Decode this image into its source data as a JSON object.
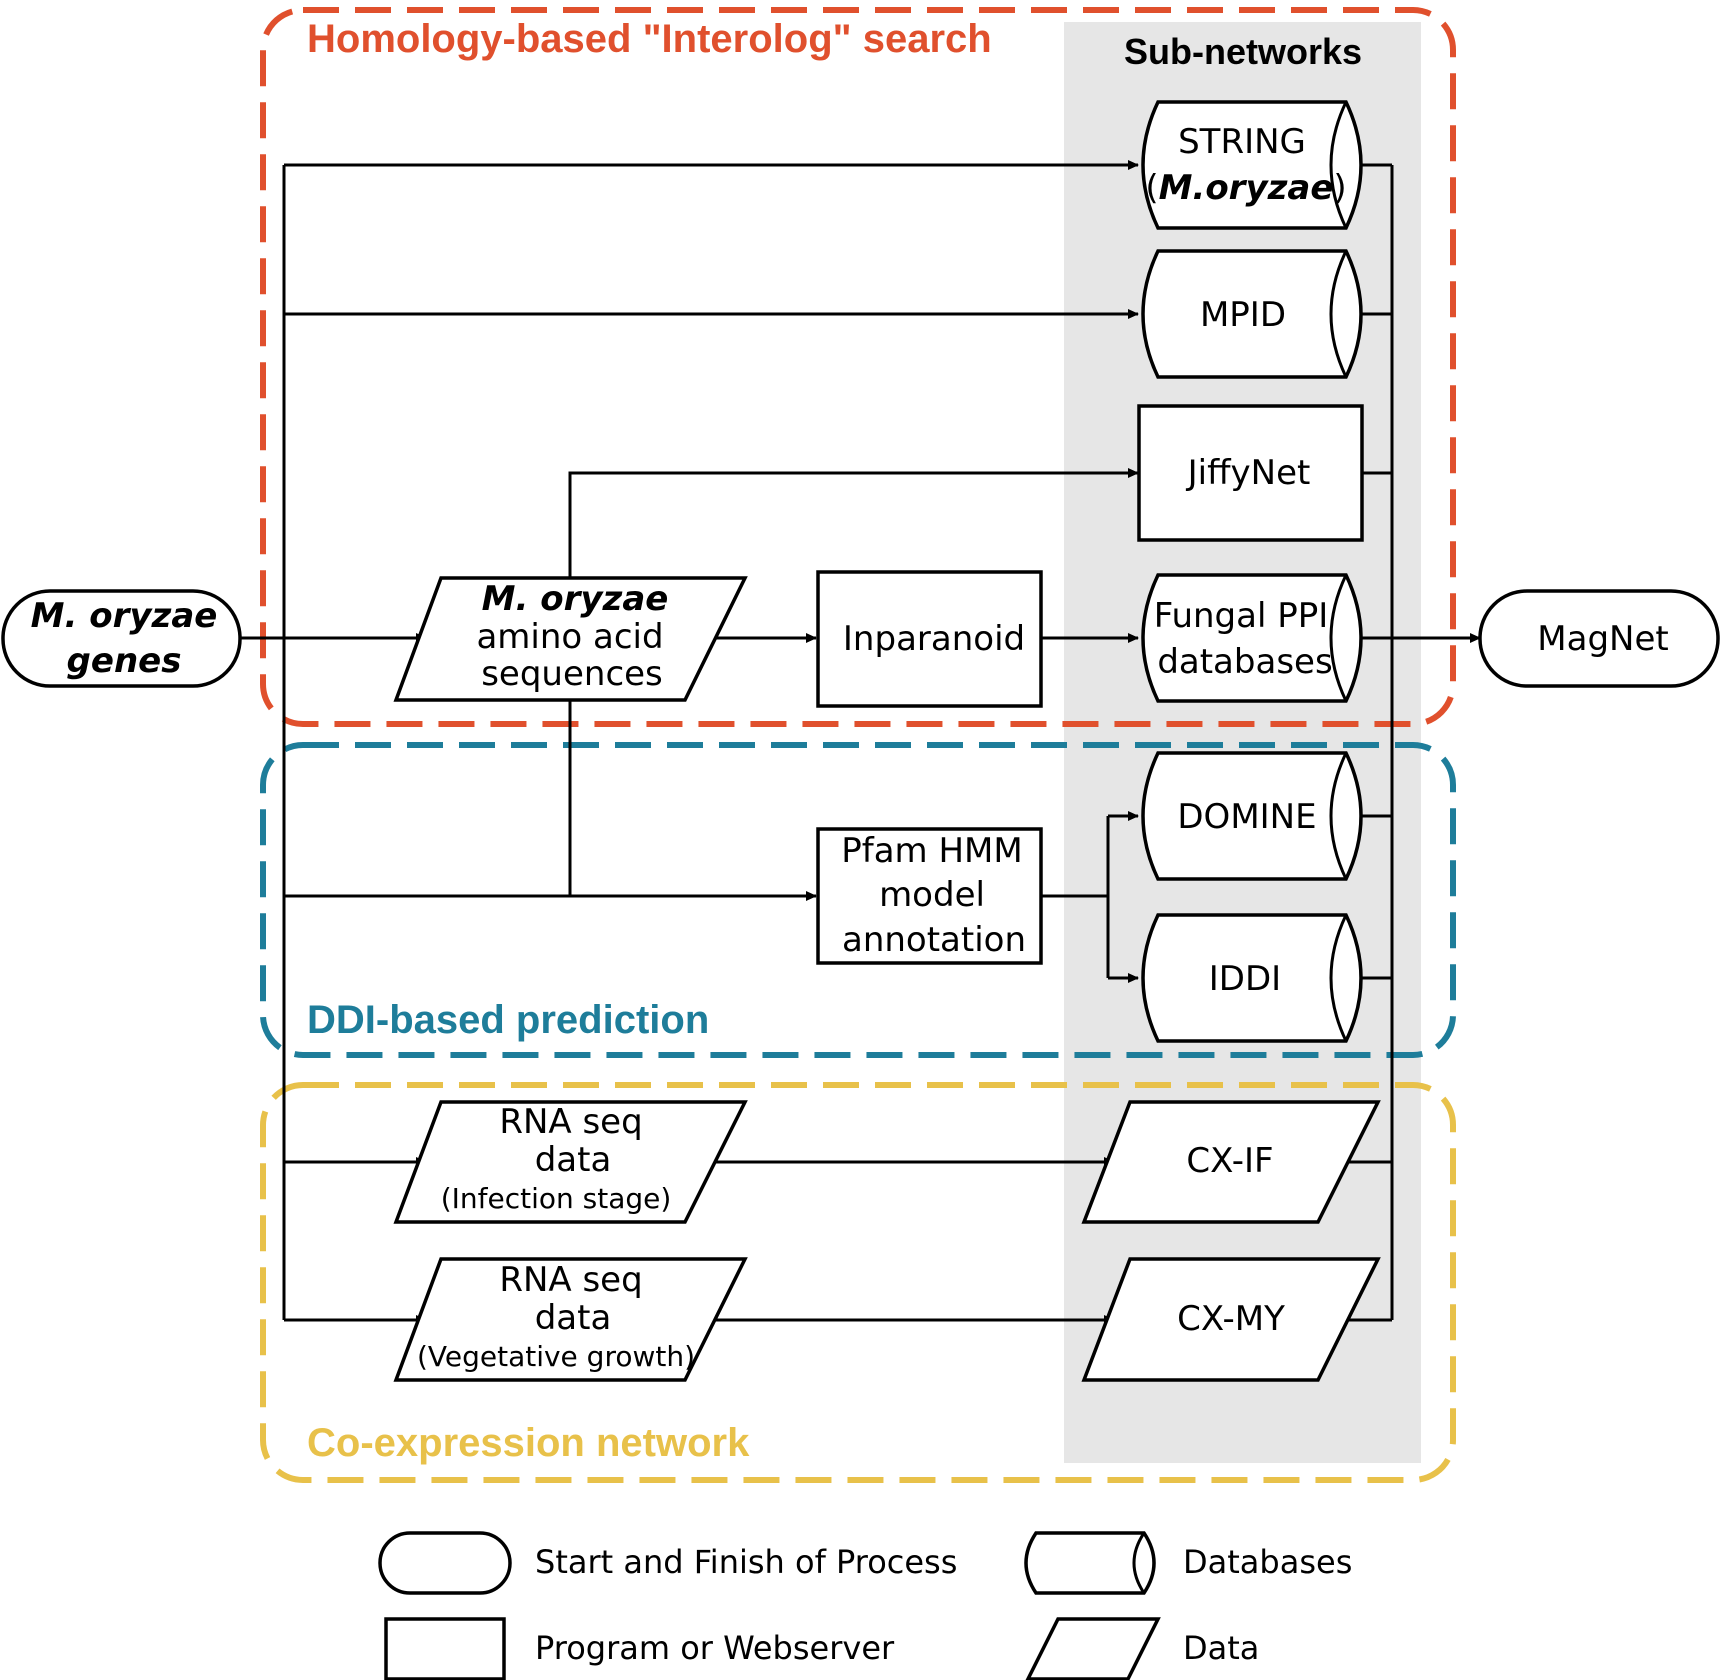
{
  "colors": {
    "homology": "#E0502D",
    "ddi": "#1E7D9A",
    "coexpression": "#E8C14A",
    "subnet_bg": "#E6E6E6"
  },
  "regions": {
    "homology_title": "Homology-based \"Interolog\" search",
    "ddi_title": "DDI-based prediction",
    "coexpression_title": "Co-expression network",
    "subnetworks_title": "Sub-networks"
  },
  "nodes": {
    "start": {
      "line1": "M. oryzae",
      "line2": "genes"
    },
    "aa_seq": {
      "line1": "M. oryzae",
      "line2": "amino acid",
      "line3": "sequences"
    },
    "inparanoid": {
      "label": "Inparanoid"
    },
    "pfam": {
      "line1": "Pfam HMM",
      "line2": "model",
      "line3": "annotation"
    },
    "rnaseq_if": {
      "line1": "RNA seq",
      "line2": "data",
      "line3": "(Infection stage)"
    },
    "rnaseq_my": {
      "line1": "RNA seq",
      "line2": "data",
      "line3": "(Vegetative growth)"
    },
    "string": {
      "line1": "STRING",
      "line2_open": "(",
      "line2_species": "M.oryzae",
      "line2_close": ")"
    },
    "mpid": {
      "label": "MPID"
    },
    "jiffynet": {
      "label": "JiffyNet"
    },
    "fungal": {
      "line1": "Fungal PPI",
      "line2": "databases"
    },
    "domine": {
      "label": "DOMINE"
    },
    "iddi": {
      "label": "IDDI"
    },
    "cxif": {
      "label": "CX-IF"
    },
    "cxmy": {
      "label": "CX-MY"
    },
    "magnet": {
      "label": "MagNet"
    }
  },
  "legend": {
    "start_finish": "Start and Finish of Process",
    "program": "Program or Webserver",
    "databases": "Databases",
    "data": "Data"
  }
}
